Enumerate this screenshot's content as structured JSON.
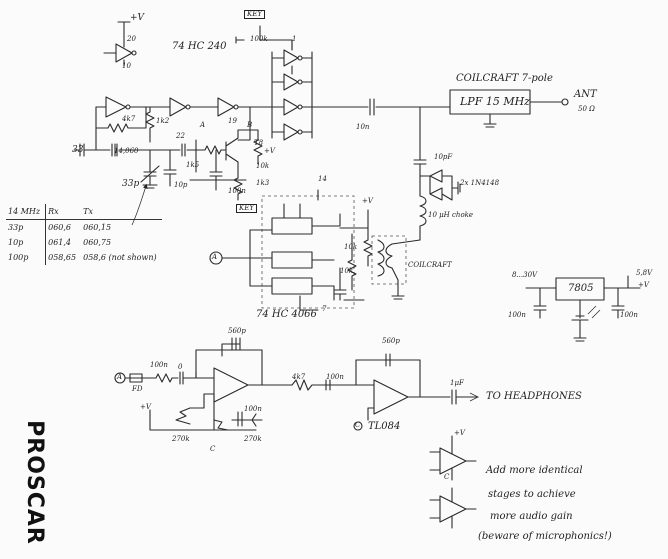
{
  "labels": {
    "vcc_top": "+V",
    "pin20": "20",
    "pin10": "10",
    "ic_hc240": "74 HC 240",
    "key_top": "KEY",
    "r_100k_top": "100k",
    "n1": "1",
    "r_4k7": "4k7",
    "r_1k2": "1k2",
    "tp_a": "A",
    "pin19": "19",
    "tp_b": "B",
    "c33_a": "33",
    "xtal": "14,060",
    "c22": "22",
    "t8": "T8",
    "vcc_t8": "+V",
    "r_10k_a": "10k",
    "r_1k5": "1k5",
    "r_1k3": "1k3",
    "c100n_a": "100n",
    "key_mid": "KEY",
    "c33p": "33p",
    "c10p": "10p",
    "c10n": "10n",
    "coilcraft_lpf": "COILCRAFT 7-pole",
    "lpf": "LPF  15 MHz",
    "ant": "ANT",
    "ant_ohm": "50 Ω",
    "c10pf": "10pF",
    "diodes": "2x 1N4148",
    "choke": "10 μH choke",
    "pin14": "14",
    "vcc_mid": "+V",
    "r_10k_b": "10k",
    "r_10k_c": "10k",
    "coilcraft": "COILCRAFT",
    "tp_a_mid": "A",
    "ic_hc4066": "74 HC 4066",
    "pin7": "7",
    "vin": "8...30V",
    "reg": "7805",
    "vout": "5,8V",
    "vout_plus": "+V",
    "c100n_r1": "100n",
    "c100n_r2": "100n",
    "c560p_a": "560p",
    "c560p_b": "560p",
    "r100n_in": "100n",
    "r_zero": "0",
    "tp_a_in": "A",
    "fd": "FD",
    "r_4k7_b": "4k7",
    "c100n_b": "100n",
    "c1uf": "1μF",
    "headphones": "TO HEADPHONES",
    "vcc_low": "+V",
    "r270k_a": "270k",
    "r270k_b": "270k",
    "c100n_c": "100n",
    "tp_c_a": "C",
    "tp_c_b": "C",
    "tl084": "TL084",
    "note_l1": "Add more identical",
    "note_l2": "stages to achieve",
    "note_l3": "more audio gain",
    "note_l4": "(beware of microphonics!)",
    "op_plus": "+V",
    "op_c": "C",
    "stamp": "PROSCAR"
  },
  "table": {
    "header": [
      "14 MHz",
      "Rx",
      "Tx"
    ],
    "rows": [
      [
        "33p",
        "060,6",
        "060,15"
      ],
      [
        "10p",
        "061,4",
        "060,75"
      ],
      [
        "100p",
        "058,65",
        "058,6  (not shown)"
      ]
    ]
  }
}
